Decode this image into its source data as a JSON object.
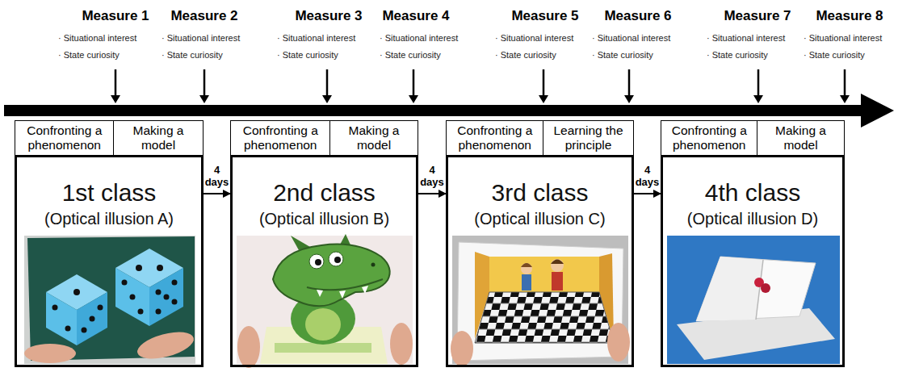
{
  "diagram": {
    "nodes": [
      {
        "text": [
          "Confronting a phenomenon"
        ]
      },
      {
        "text": [
          "Making a model"
        ]
      },
      {
        "text": [
          "1st class",
          "(Optical illusion A)"
        ]
      },
      {
        "text": [
          "Confronting a phenomenon"
        ]
      },
      {
        "text": [
          "Making a model"
        ]
      },
      {
        "text": [
          "2nd class",
          "(Optical illusion B)"
        ]
      },
      {
        "text": [
          "Confronting a phenomenon"
        ]
      },
      {
        "text": [
          "Learning the principle"
        ]
      },
      {
        "text": [
          "3rd class",
          "(Optical illusion C)"
        ]
      },
      {
        "text": [
          "Confronting a phenomenon"
        ]
      },
      {
        "text": [
          "Making a model"
        ]
      },
      {
        "text": [
          "4th class",
          "(Optical illusion D)"
        ]
      }
    ],
    "edges": [
      {
        "from": 2,
        "to": 5,
        "arrow": "to",
        "label": "4 days"
      },
      {
        "from": 5,
        "to": 8,
        "arrow": "to",
        "label": "4 days"
      },
      {
        "from": 8,
        "to": 11,
        "arrow": "to",
        "label": "4 days"
      }
    ],
    "labels": [
      "Measure 1",
      "· Situational interest",
      "· State curiosity",
      "Measure 2",
      "· Situational interest",
      "· State curiosity",
      "Measure 3",
      "· Situational interest",
      "· State curiosity",
      "Measure 4",
      "· Situational interest",
      "· State curiosity",
      "Measure 5",
      "· Situational interest",
      "· State curiosity",
      "Measure 6",
      "· Situational interest",
      "· State curiosity",
      "Measure 7",
      "· Situational interest",
      "· State curiosity",
      "Measure 8",
      "· Situational interest",
      "· State curiosity"
    ]
  }
}
